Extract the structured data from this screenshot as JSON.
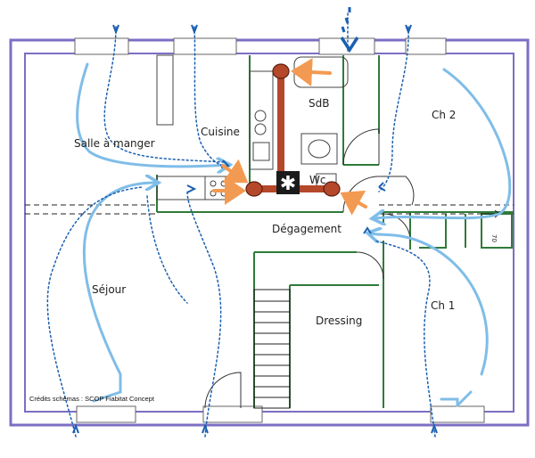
{
  "rooms": {
    "salle_a_manger": "Salle à manger",
    "cuisine": "Cuisine",
    "sdb": "SdB",
    "ch2": "Ch 2",
    "wc": "Wc",
    "degagement": "Dégagement",
    "sejour": "Séjour",
    "dressing": "Dressing",
    "ch1": "Ch 1"
  },
  "credit": "Crédits schémas : SCOP Fiabitat Concept",
  "closet_label": "70",
  "colors": {
    "wall_outer": "#7c6ec4",
    "wall_inner": "#2f7a3a",
    "duct": "#b5472a",
    "extract_arrow": "#f39a52",
    "air_flow": "#7fbde8",
    "infiltration": "#1a5fb0"
  },
  "legend_icons": [
    "vmc-fan-icon",
    "extract-vent-icon",
    "air-inlet-icon",
    "infiltration-arrow-icon"
  ]
}
